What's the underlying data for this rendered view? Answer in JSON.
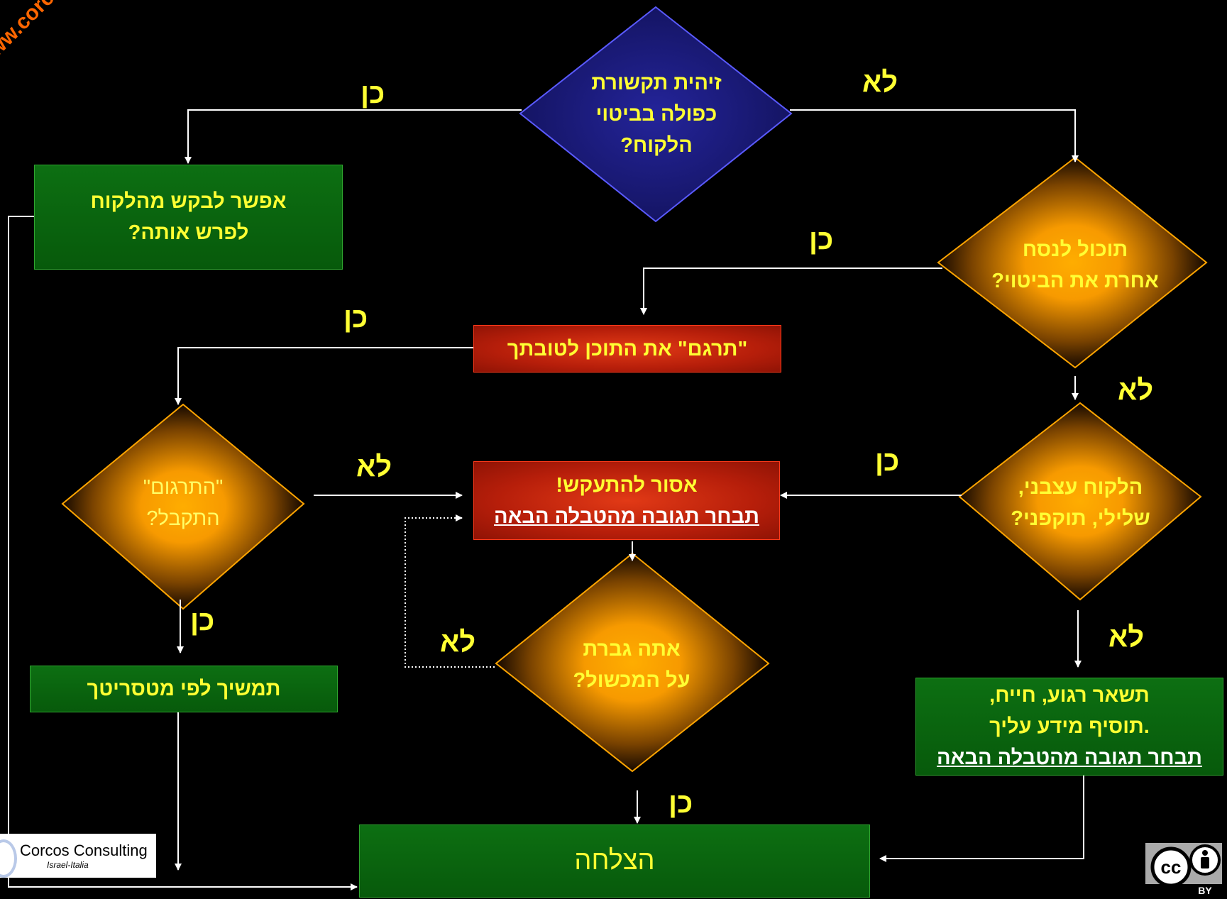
{
  "watermark": "www.corcosconsulting",
  "decision_main": [
    "זיהית תקשורת",
    "כפולה בביטוי",
    "הלקוח?"
  ],
  "box_ask": [
    "אפשר לבקש מהלקוח",
    "לפרש אותה?"
  ],
  "decision_rephrase": [
    "תוכול לנסח",
    "אחרת את הביטוי?"
  ],
  "box_translate": "\"תרגם\" את התוכן לטובתך",
  "decision_translation": [
    "\"התרגום\"",
    "התקבל?"
  ],
  "box_forbidden": {
    "title": "אסור להתעקש!",
    "link": "תבחר תגובה מהטבלה הבאה"
  },
  "decision_nervous": [
    "הלקוח עצבני,",
    "שלילי, תוקפני?"
  ],
  "decision_overcome": [
    "אתה גברת",
    "על המכשול?"
  ],
  "box_continue": "תמשיך לפי מטסריטך",
  "box_calm": {
    "lines": [
      "תשאר רגוע, חייח,",
      ".תוסיף מידע עליך"
    ],
    "link": "תבחר תגובה מהטבלה הבאה"
  },
  "box_success": "הצלחה",
  "labels": {
    "yes": "כן",
    "no": "לא"
  },
  "logo": {
    "name": "Corcos Consulting",
    "sub": "Israel-Italia"
  },
  "cc": {
    "cc": "cc",
    "by": "BY"
  },
  "colors": {
    "text": "#ffff33",
    "green": "#0b6b10",
    "red": "#c8280c",
    "orange": "#ffa500",
    "navy": "#1b1b82",
    "line": "#ffffff"
  }
}
